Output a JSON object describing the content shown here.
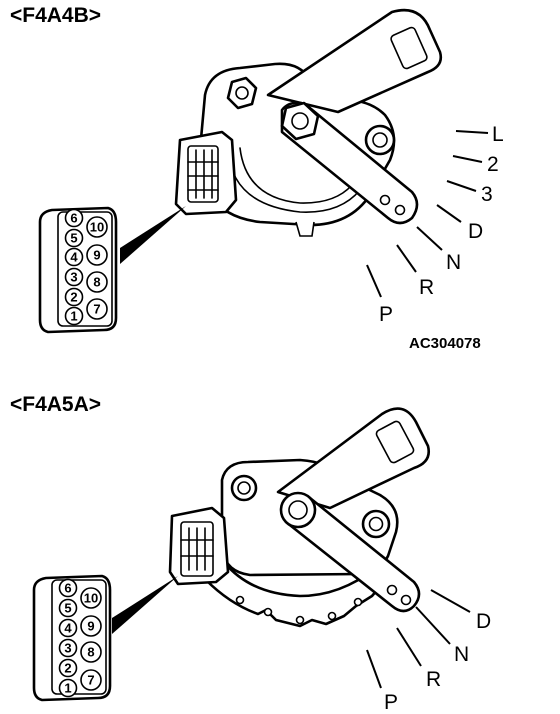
{
  "sections": [
    {
      "heading": "<F4A4B>",
      "figure_id": "AC304078",
      "positions": [
        "L",
        "2",
        "3",
        "D",
        "N",
        "R",
        "P"
      ],
      "connector_pins": [
        "6",
        "10",
        "5",
        "4",
        "9",
        "3",
        "8",
        "2",
        "1",
        "7"
      ]
    },
    {
      "heading": "<F4A5A>",
      "positions": [
        "D",
        "N",
        "R",
        "P"
      ],
      "connector_pins": [
        "6",
        "10",
        "5",
        "4",
        "9",
        "3",
        "8",
        "2",
        "1",
        "7"
      ]
    }
  ]
}
